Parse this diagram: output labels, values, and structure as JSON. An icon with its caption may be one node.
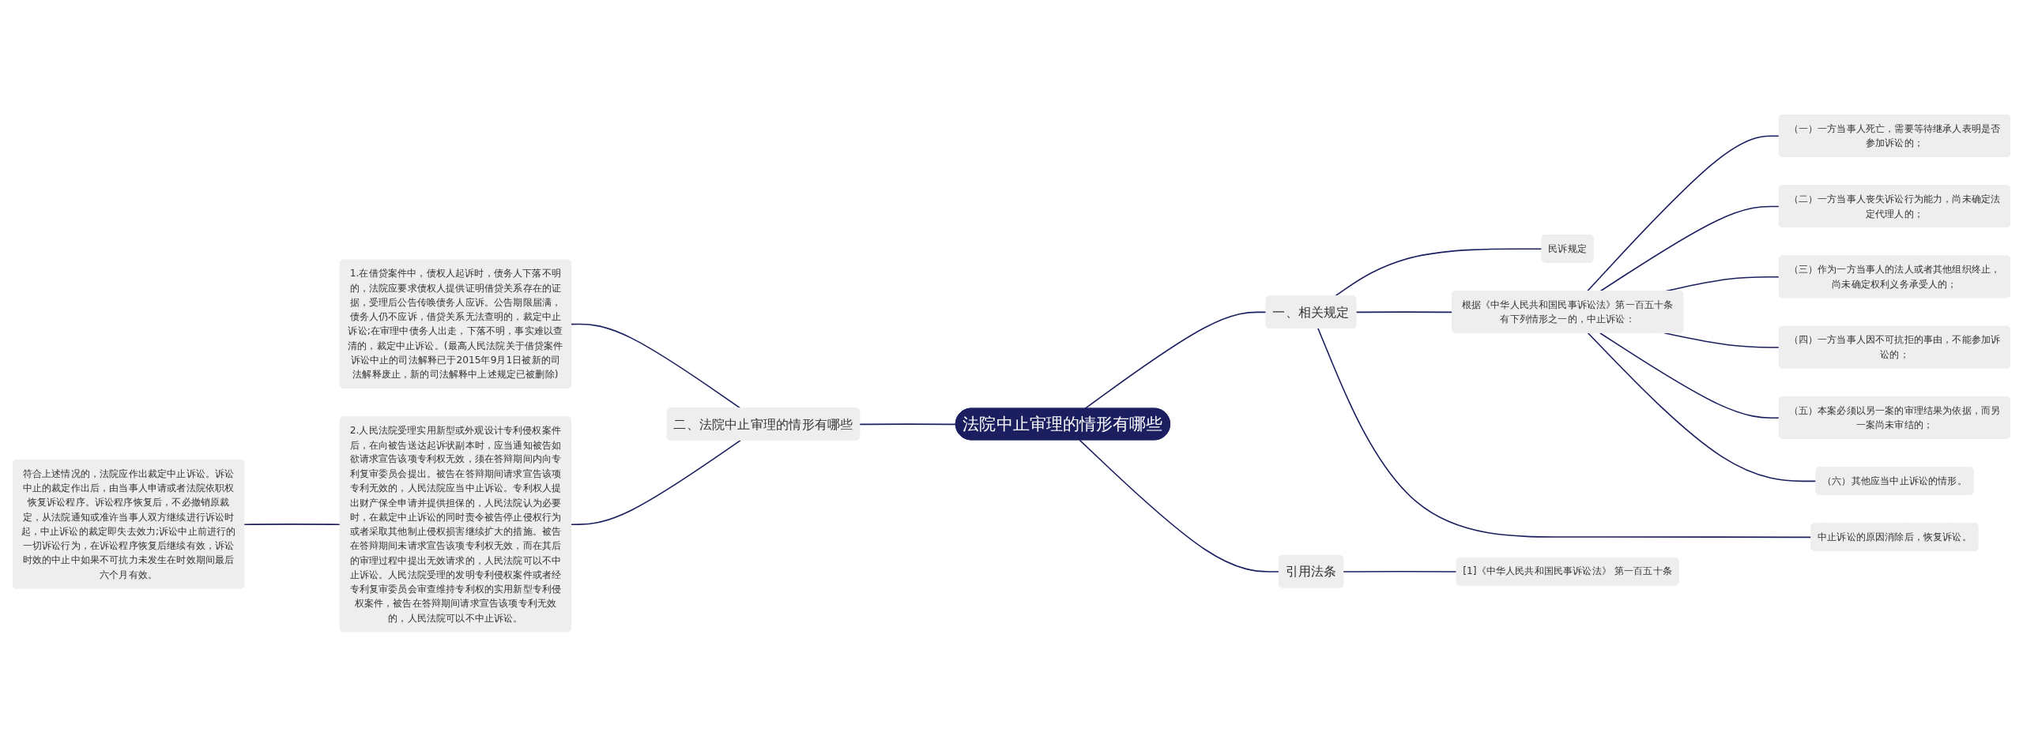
{
  "diagram": {
    "nodes": [
      {
        "text": [
          "法院中止审理的情形有哪些"
        ]
      },
      {
        "text": [
          "一、相关规定"
        ]
      },
      {
        "text": [
          "民诉规定"
        ]
      },
      {
        "text": [
          "根据《中华人民共和国民事诉讼法》第一百五十条有下列情形之一的，中止诉讼："
        ]
      },
      {
        "text": [
          "（一）一方当事人死亡，需要等待继承人表明是否参加诉讼的；"
        ]
      },
      {
        "text": [
          "（二）一方当事人丧失诉讼行为能力，尚未确定法定代理人的；"
        ]
      },
      {
        "text": [
          "（三）作为一方当事人的法人或者其他组织终止，尚未确定权利义务承受人的；"
        ]
      },
      {
        "text": [
          "（四）一方当事人因不可抗拒的事由，不能参加诉讼的；"
        ]
      },
      {
        "text": [
          "（五）本案必须以另一案的审理结果为依据，而另一案尚未审结的；"
        ]
      },
      {
        "text": [
          "（六）其他应当中止诉讼的情形。"
        ]
      },
      {
        "text": [
          "中止诉讼的原因消除后，恢复诉讼。"
        ]
      },
      {
        "text": [
          "引用法条"
        ]
      },
      {
        "text": [
          "[1]《中华人民共和国民事诉讼法》 第一百五十条"
        ]
      },
      {
        "text": [
          "二、法院中止审理的情形有哪些"
        ]
      },
      {
        "text": [
          "1.在借贷案件中，债权人起诉时，债务人下落不明的，法院应要求债权人提供证明借贷关系存在的证据，受理后公告传唤债务人应诉。公告期限届满，债务人仍不应诉，借贷关系无法查明的，裁定中止诉讼;在审理中债务人出走，下落不明，事实难以查清的，裁定中止诉讼。(最高人民法院关于借贷案件诉讼中止的司法解释已于2015年9月1日被新的司法解释废止，新的司法解释中上述规定已被删除)"
        ]
      },
      {
        "text": [
          "2.人民法院受理实用新型或外观设计专利侵权案件后，在向被告送达起诉状副本时，应当通知被告如欲请求宣告该项专利权无效，须在答辩期间内向专利复审委员会提出。被告在答辩期间请求宣告该项专利无效的，人民法院应当中止诉讼。专利权人提出财产保全申请并提供担保的，人民法院认为必要时，在裁定中止诉讼的同时责令被告停止侵权行为或者采取其他制止侵权损害继续扩大的措施。被告在答辩期间未请求宣告该项专利权无效，而在其后的审理过程中提出无效请求的，人民法院可以不中止诉讼。人民法院受理的发明专利侵权案件或者经专利复审委员会审查维持专利权的实用新型专利侵权案件，被告在答辩期间请求宣告该项专利无效的，人民法院可以不中止诉讼。"
        ]
      },
      {
        "text": [
          "符合上述情况的，法院应作出裁定中止诉讼。诉讼中止的裁定作出后，由当事人申请或者法院依职权恢复诉讼程序。诉讼程序恢复后，不必撤销原裁定，从法院通知或准许当事人双方继续进行诉讼时起，中止诉讼的裁定即失去效力;诉讼中止前进行的一切诉讼行为，在诉讼程序恢复后继续有效，诉讼时效的中止中如果不可抗力未发生在时效期间最后六个月有效。"
        ]
      }
    ],
    "edges": [
      {
        "from": 0,
        "to": 1,
        "arrow": "none"
      },
      {
        "from": 1,
        "to": 2,
        "arrow": "none"
      },
      {
        "from": 1,
        "to": 3,
        "arrow": "none"
      },
      {
        "from": 3,
        "to": 4,
        "arrow": "none"
      },
      {
        "from": 3,
        "to": 5,
        "arrow": "none"
      },
      {
        "from": 3,
        "to": 6,
        "arrow": "none"
      },
      {
        "from": 3,
        "to": 7,
        "arrow": "none"
      },
      {
        "from": 3,
        "to": 8,
        "arrow": "none"
      },
      {
        "from": 3,
        "to": 9,
        "arrow": "none"
      },
      {
        "from": 1,
        "to": 10,
        "arrow": "none"
      },
      {
        "from": 0,
        "to": 11,
        "arrow": "none"
      },
      {
        "from": 11,
        "to": 12,
        "arrow": "none"
      },
      {
        "from": 0,
        "to": 13,
        "arrow": "none"
      },
      {
        "from": 13,
        "to": 14,
        "arrow": "none"
      },
      {
        "from": 13,
        "to": 15,
        "arrow": "none"
      },
      {
        "from": 15,
        "to": 16,
        "arrow": "none"
      }
    ]
  }
}
